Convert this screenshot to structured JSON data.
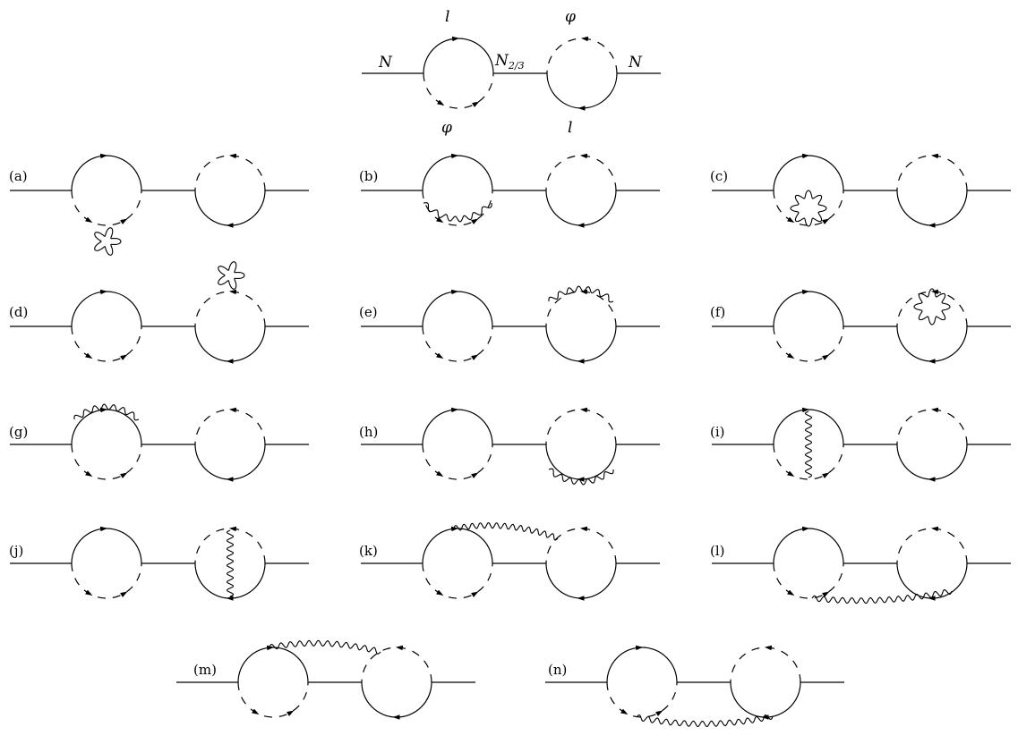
{
  "header_labels": {
    "incoming": "N",
    "outgoing": "N",
    "intermediate": "N",
    "intermediate_sub": "2/3",
    "top_left_loop_line": "l",
    "top_left_loop_dashed": "φ",
    "top_right_loop_dashed": "φ",
    "top_right_loop_line": "l"
  },
  "panels": [
    {
      "id": "a",
      "label": "(a)"
    },
    {
      "id": "b",
      "label": "(b)"
    },
    {
      "id": "c",
      "label": "(c)"
    },
    {
      "id": "d",
      "label": "(d)"
    },
    {
      "id": "e",
      "label": "(e)"
    },
    {
      "id": "f",
      "label": "(f)"
    },
    {
      "id": "g",
      "label": "(g)"
    },
    {
      "id": "h",
      "label": "(h)"
    },
    {
      "id": "i",
      "label": "(i)"
    },
    {
      "id": "j",
      "label": "(j)"
    },
    {
      "id": "k",
      "label": "(k)"
    },
    {
      "id": "l",
      "label": "(l)"
    },
    {
      "id": "m",
      "label": "(m)"
    },
    {
      "id": "n",
      "label": "(n)"
    }
  ],
  "style": {
    "stroke_color": "#000000",
    "background": "#ffffff"
  }
}
